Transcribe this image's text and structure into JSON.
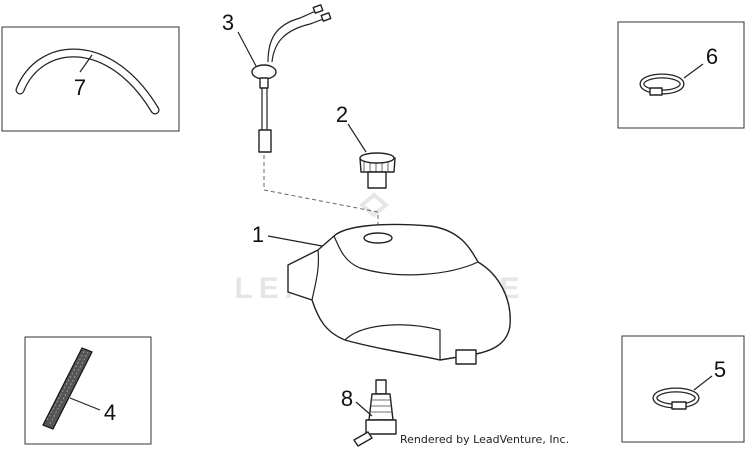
{
  "watermark": "LEADVENTURE",
  "credit": "Rendered by LeadVenture, Inc.",
  "callouts": {
    "c1": "1",
    "c2": "2",
    "c3": "3",
    "c4": "4",
    "c5": "5",
    "c6": "6",
    "c7": "7",
    "c8": "8"
  }
}
